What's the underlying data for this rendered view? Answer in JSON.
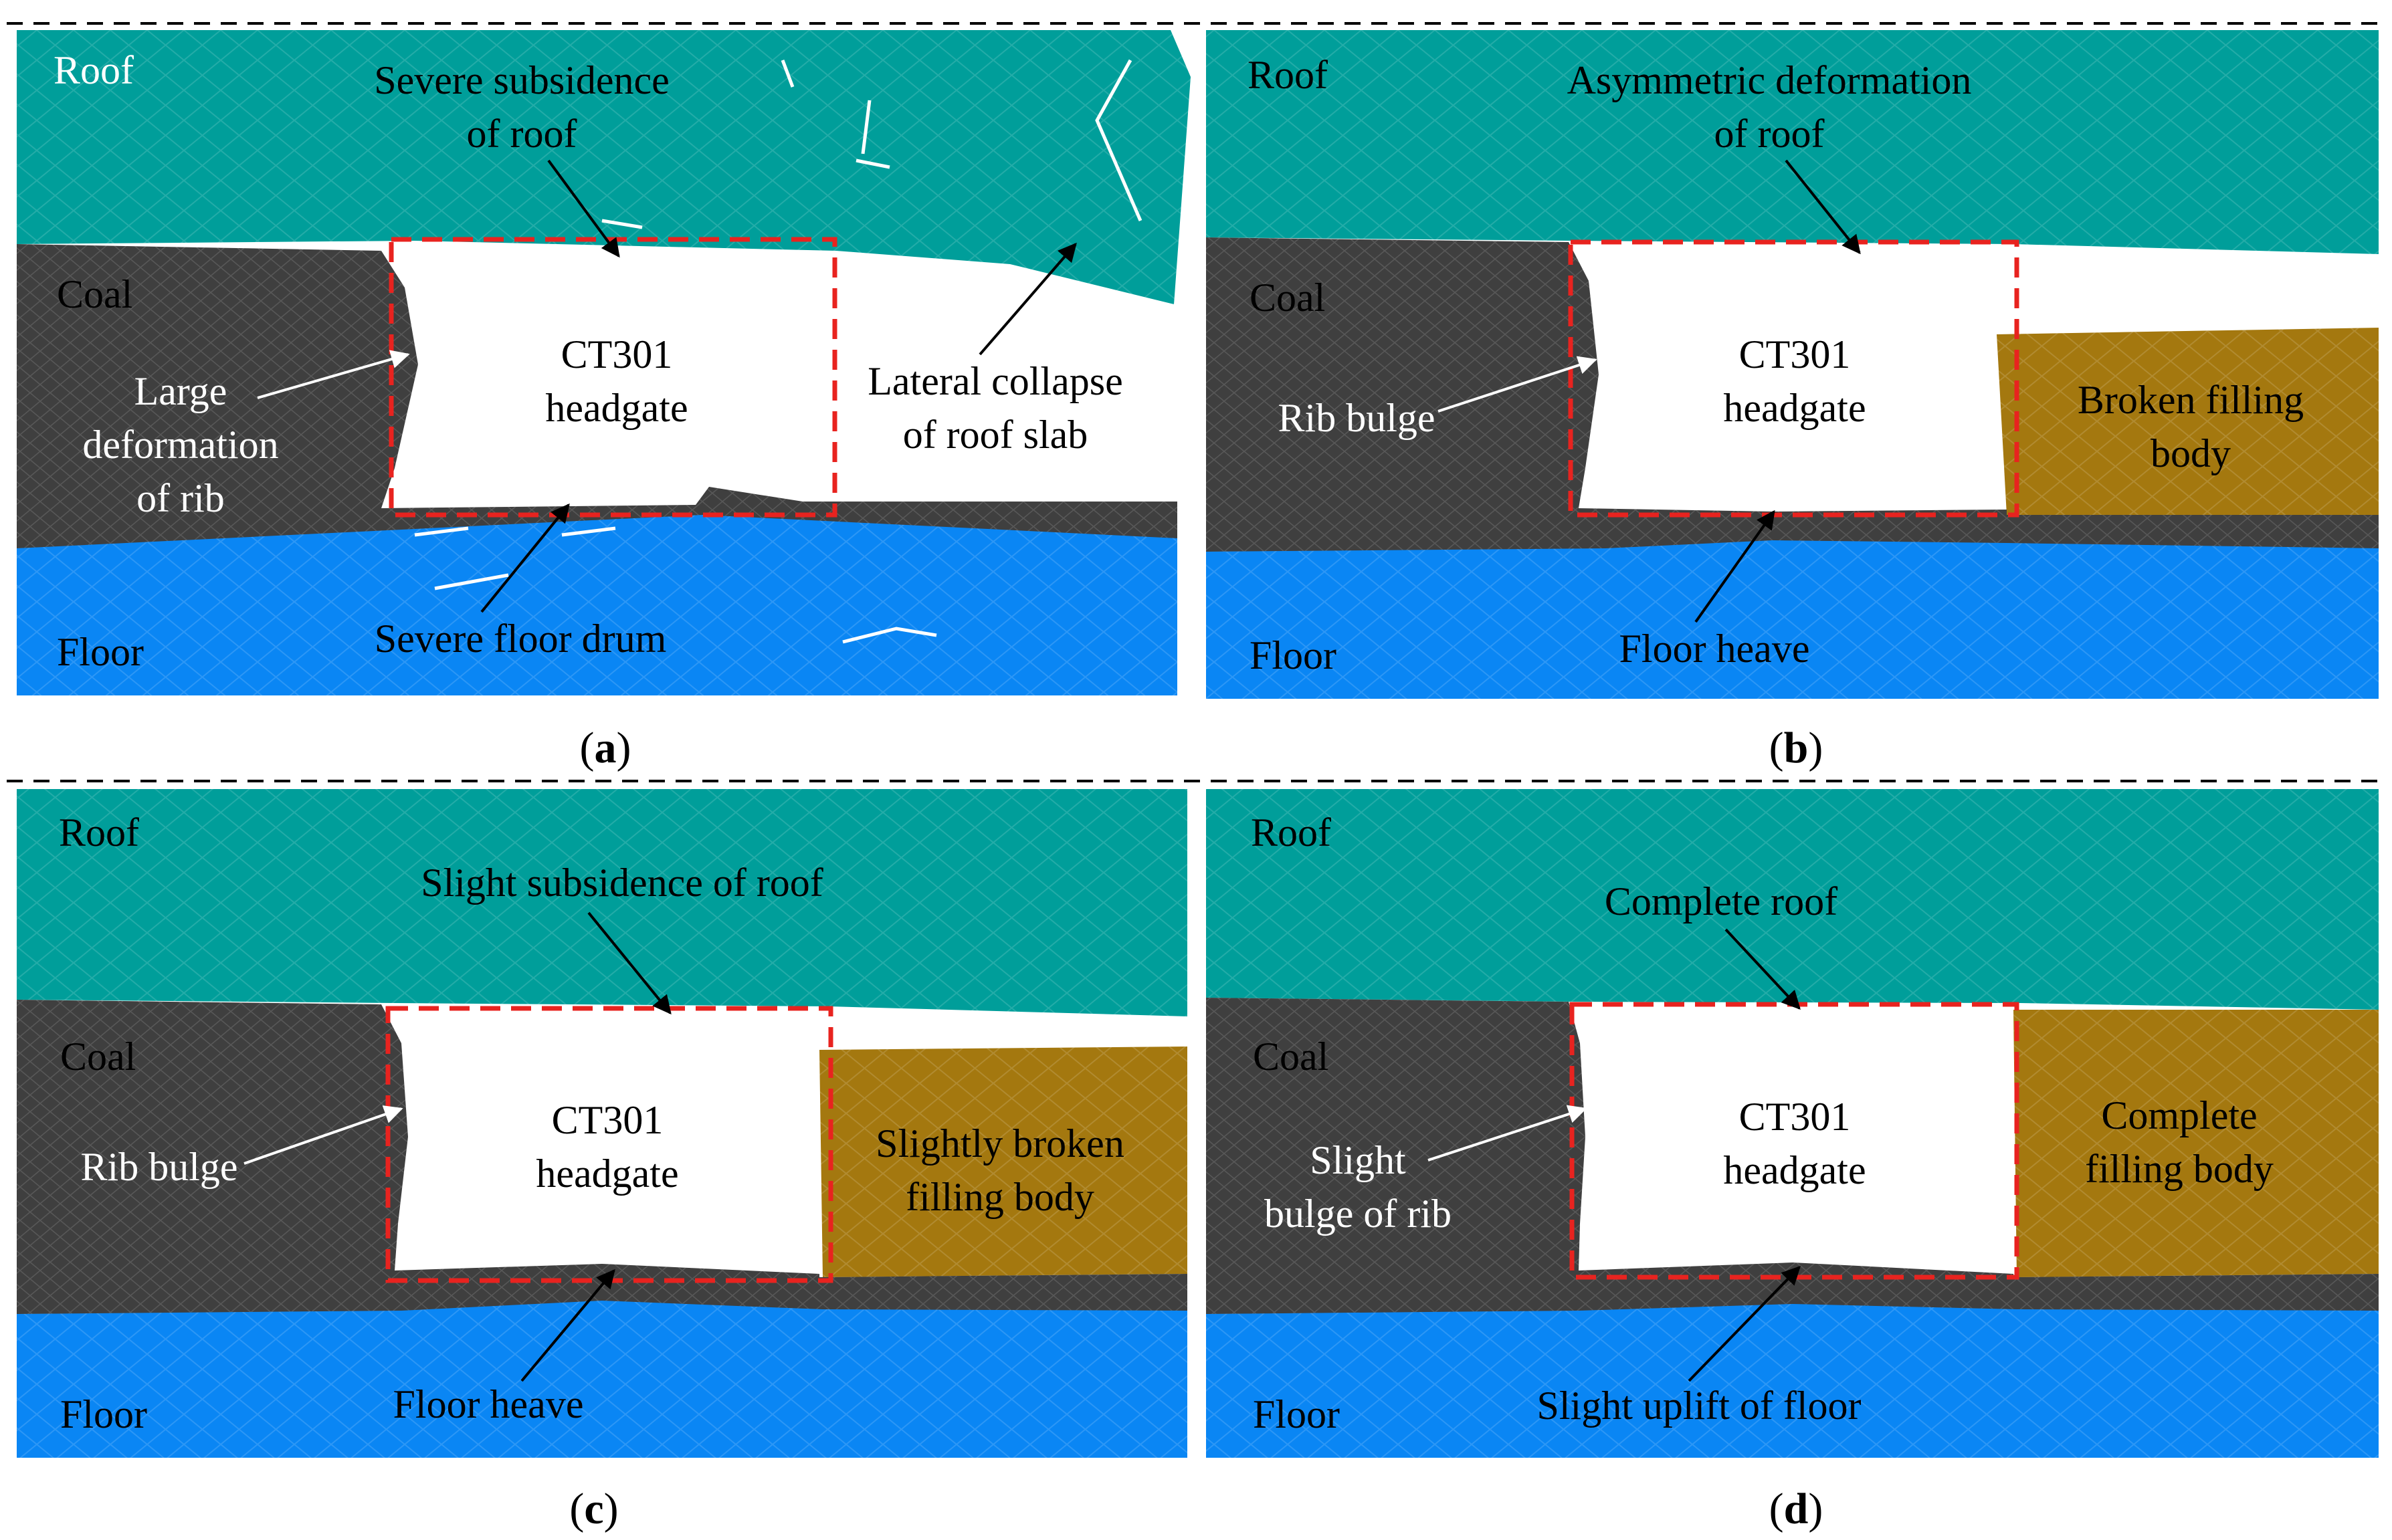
{
  "colors": {
    "roof": "#009e9a",
    "coal": "#3f3f3f",
    "floor": "#0a86f4",
    "filling": "#a4780f",
    "outline": "#e8231f"
  },
  "panels": [
    {
      "caption": "a",
      "layers": {
        "roof": "Roof",
        "coal": "Coal",
        "floor": "Floor"
      },
      "roadway": [
        "CT301",
        "headgate"
      ],
      "annotations": {
        "top": [
          "Severe subsidence",
          "of roof"
        ],
        "left": [
          "Large",
          "deformation",
          "of rib"
        ],
        "bottom": [
          "Severe floor drum"
        ],
        "right": [
          "Lateral collapse",
          "of roof slab"
        ]
      }
    },
    {
      "caption": "b",
      "layers": {
        "roof": "Roof",
        "coal": "Coal",
        "floor": "Floor"
      },
      "roadway": [
        "CT301",
        "headgate"
      ],
      "annotations": {
        "top": [
          "Asymmetric deformation",
          "of roof"
        ],
        "left": [
          "Rib bulge"
        ],
        "bottom": [
          "Floor heave"
        ],
        "right": [
          "Broken filling",
          "body"
        ]
      }
    },
    {
      "caption": "c",
      "layers": {
        "roof": "Roof",
        "coal": "Coal",
        "floor": "Floor"
      },
      "roadway": [
        "CT301",
        "headgate"
      ],
      "annotations": {
        "top": [
          "Slight subsidence of roof"
        ],
        "left": [
          "Rib bulge"
        ],
        "bottom": [
          "Floor heave"
        ],
        "right": [
          "Slightly broken",
          "filling body"
        ]
      }
    },
    {
      "caption": "d",
      "layers": {
        "roof": "Roof",
        "coal": "Coal",
        "floor": "Floor"
      },
      "roadway": [
        "CT301",
        "headgate"
      ],
      "annotations": {
        "top": [
          "Complete roof"
        ],
        "left": [
          "Slight",
          "bulge of rib"
        ],
        "bottom": [
          "Slight uplift of floor"
        ],
        "right": [
          "Complete",
          "filling body"
        ]
      }
    }
  ]
}
